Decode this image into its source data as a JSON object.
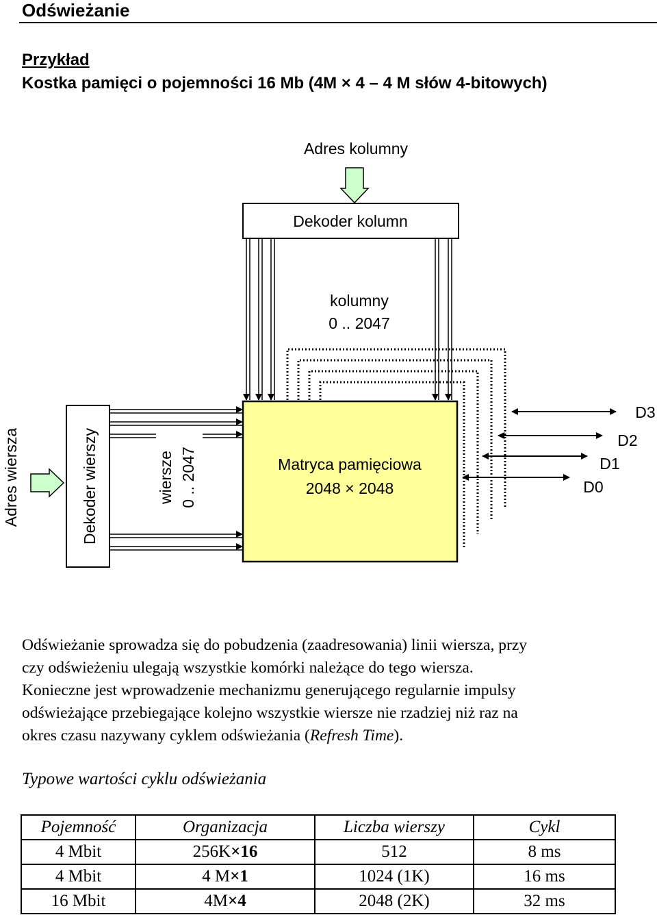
{
  "page_title": "Odświeżanie",
  "example": {
    "label": "Przykład",
    "line_prefix": "Kostka pamięci o pojemności 16 Mb (4M",
    "line_mid": "4",
    "line_suffix": "4 M słów 4-bitowych)"
  },
  "diagram": {
    "column_address": "Adres kolumny",
    "column_decoder": "Dekoder kolumn",
    "columns_line1": "kolumny",
    "columns_line2": "0 .. 2047",
    "row_address": "Adres wiersza",
    "row_decoder": "Dekoder wierszy",
    "rows_line1": "wiersze",
    "rows_line2": "0 .. 2047",
    "matrix_line1": "Matryca pamięciowa",
    "matrix_line2_a": "2048",
    "matrix_line2_b": "2048",
    "data_lines": [
      "D3",
      "D2",
      "D1",
      "D0"
    ],
    "colors": {
      "matrix_fill": "#ffff99",
      "arrow_fill": "#ccffcc"
    }
  },
  "paragraph": [
    "Odświeżanie sprowadza się do pobudzenia (zaadresowania) linii wiersza, przy",
    "czy odświeżeniu ulegają wszystkie komórki należące do tego wiersza.",
    "Konieczne jest wprowadzenie mechanizmu generującego regularnie impulsy",
    "odświeżające przebiegające kolejno wszystkie wiersze nie rzadziej niż raz na"
  ],
  "paragraph_last_prefix": "okres czasu nazywany cyklem odświeżania (",
  "paragraph_last_italic": "Refresh Time",
  "paragraph_last_suffix": ").",
  "table_caption": "Typowe wartości cyklu odświeżania",
  "table": {
    "headers": [
      "Pojemność",
      "Organizacja",
      "Liczba wierszy",
      "Cykl"
    ],
    "rows": [
      {
        "capacity": "4 Mbit",
        "org_a": "256K",
        "org_b": "16",
        "rows": "512",
        "cycle": "8 ms"
      },
      {
        "capacity": "4 Mbit",
        "org_a": "4 M",
        "org_b": "1",
        "rows": "1024 (1K)",
        "cycle": "16 ms"
      },
      {
        "capacity": "16 Mbit",
        "org_a": "4M",
        "org_b": "4",
        "rows": "2048 (2K)",
        "cycle": "32 ms"
      }
    ]
  }
}
